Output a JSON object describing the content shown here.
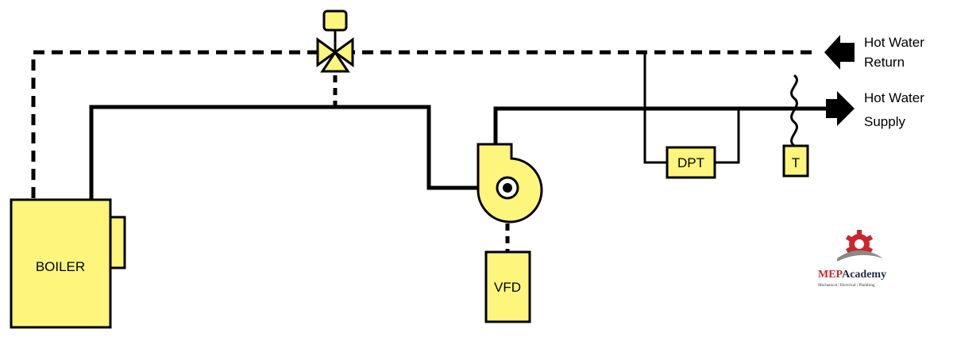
{
  "colors": {
    "equipment_fill": "#fdf57c",
    "line": "#000000",
    "logo_red": "#c8282d",
    "logo_gray": "#8a8a8a",
    "logo_text": "#1f2a44"
  },
  "labels": {
    "boiler": "BOILER",
    "vfd": "VFD",
    "dpt": "DPT",
    "temp_sensor": "T",
    "return_line1": "Hot Water",
    "return_line2": "Return",
    "supply_line1": "Hot Water",
    "supply_line2": "Supply"
  },
  "logo": {
    "title_mep": "MEP",
    "title_rest": "Academy",
    "subtitle": "Mechanical | Electrical | Plumbing"
  },
  "icons": {
    "valve": "three-way-valve-icon",
    "pump": "centrifugal-pump-icon",
    "return_arrow": "arrow-left-icon",
    "supply_arrow": "arrow-right-icon"
  }
}
